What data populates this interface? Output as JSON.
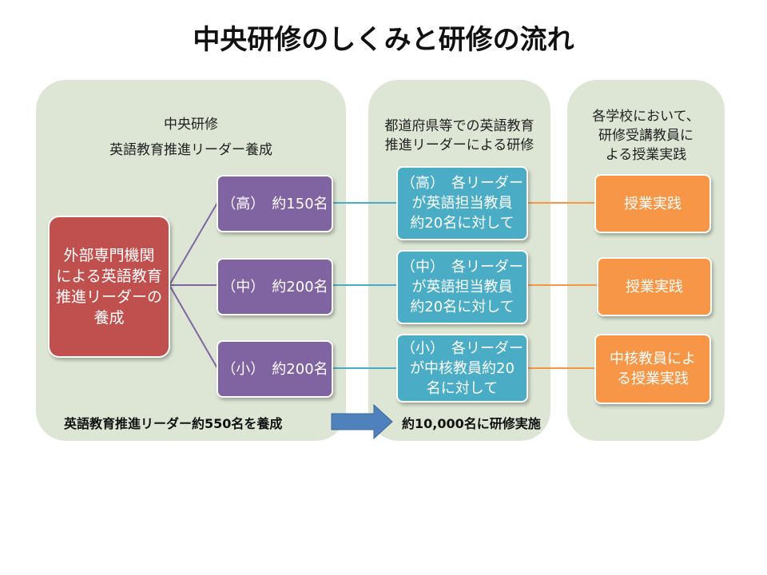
{
  "title": "中央研修のしくみと研修の流れ",
  "panels": {
    "left": {
      "title_line1": "中央研修",
      "title_line2": "英語教育推進リーダー養成"
    },
    "middle": {
      "title_line1": "都道府県等での英語教育",
      "title_line2": "推進リーダーによる研修"
    },
    "right": {
      "title_line1": "各学校において、",
      "title_line2": "研修受講教員に",
      "title_line3": "よる授業実践"
    }
  },
  "source_box": {
    "lines": [
      "外部専門機関",
      "による英語教育",
      "推進リーダーの",
      "養成"
    ]
  },
  "rows": [
    {
      "level": "（高）　約150名",
      "training": [
        "（高）　各リーダー",
        "が英語担当教員",
        "約20名に対して"
      ],
      "practice": [
        "授業実践"
      ]
    },
    {
      "level": "（中）　約200名",
      "training": [
        "（中）　各リーダー",
        "が英語担当教員",
        "約20名に対して"
      ],
      "practice": [
        "授業実践"
      ]
    },
    {
      "level": "（小）　約200名",
      "training": [
        "（小）　各リーダー",
        "が中核教員約20",
        "名に対して"
      ],
      "practice": [
        "中核教員によ",
        "る授業実践"
      ]
    }
  ],
  "footer": {
    "left": "英語教育推進リーダー約550名を養成",
    "right": "約10,000名に研修実施"
  },
  "colors": {
    "panel": "#dde6d4",
    "source": "#c0504d",
    "level": "#8064a2",
    "training": "#4bacc6",
    "practice": "#f79646",
    "arrow": "#4f81bd"
  }
}
